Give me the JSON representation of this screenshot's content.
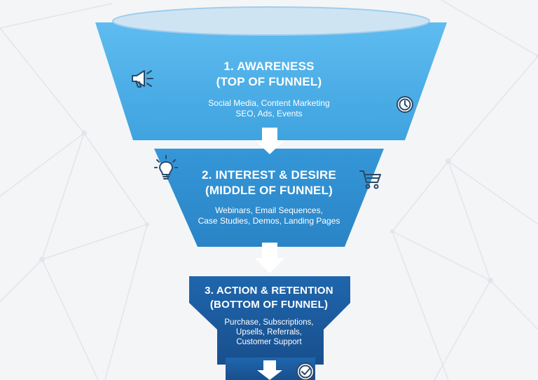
{
  "stages": [
    {
      "title_line1": "1. AWARENESS",
      "title_line2": "(TOP OF FUNNEL)",
      "items_line1": "Social Media, Content Marketing",
      "items_line2": "SEO, Ads, Events",
      "icons": [
        "megaphone-icon",
        "clock-icon"
      ]
    },
    {
      "title_line1": "2. INTEREST & DESIRE",
      "title_line2": "(MIDDLE OF FUNNEL)",
      "items_line1": "Webinars, Email Sequences,",
      "items_line2": "Case Studies, Demos, Landing Pages",
      "icons": [
        "lightbulb-icon",
        "shopping-cart-icon"
      ]
    },
    {
      "title_line1": "3. ACTION & RETENTION",
      "title_line2": "(BOTTOM OF FUNNEL)",
      "items_line1": "Purchase, Subscriptions,",
      "items_line2": "Upsells, Referrals,",
      "items_line3": "Customer Support",
      "icons": [
        "checkmark-badge-icon"
      ]
    }
  ],
  "colors": {
    "background": "#f4f5f7",
    "network_lines": "#e2e5e9",
    "rim": "#cfe4f3",
    "stage1": "#52b3e8",
    "stage2": "#2f8fd0",
    "stage3": "#1b5a9e",
    "arrow": "#ffffff",
    "icon_stroke": "#2a4a6a"
  }
}
